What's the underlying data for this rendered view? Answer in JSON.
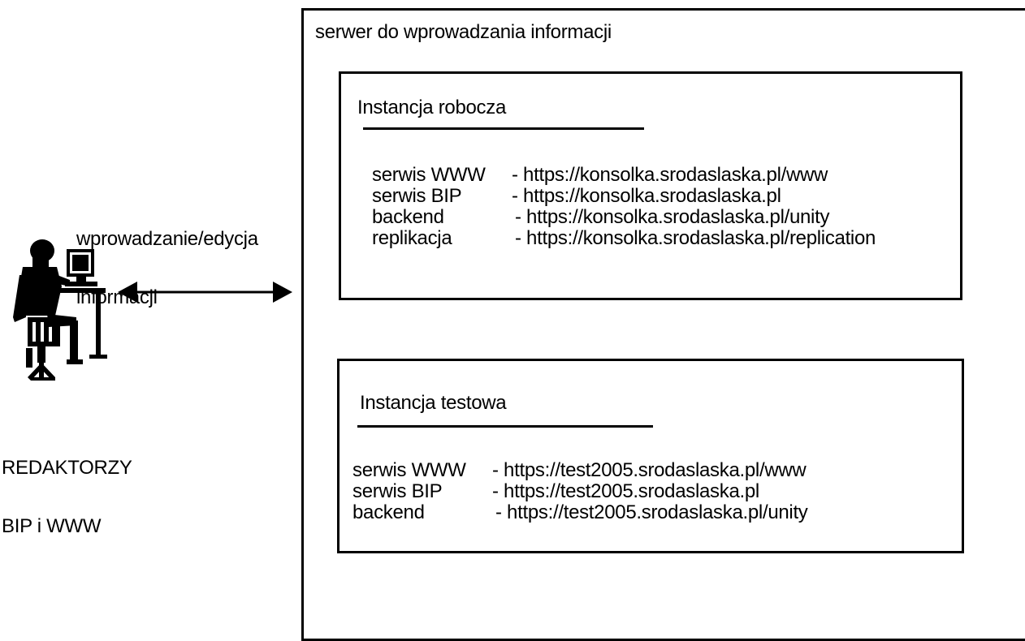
{
  "server": {
    "title": "serwer do wprowadzania informacji"
  },
  "editors": {
    "label_line1": "REDAKTORZY",
    "label_line2": "BIP i WWW",
    "icon": "person-at-computer-icon"
  },
  "connection": {
    "label_line1": "wprowadzanie/edycja",
    "label_line2": "informacji",
    "icon": "double-headed-arrow-icon"
  },
  "instances": {
    "working": {
      "title": "Instancja robocza",
      "rows": [
        {
          "label": "serwis WWW",
          "url": "- https://konsolka.srodaslaska.pl/www"
        },
        {
          "label": "serwis BIP",
          "url": "- https://konsolka.srodaslaska.pl"
        },
        {
          "label": "backend",
          "url": "- https://konsolka.srodaslaska.pl/unity"
        },
        {
          "label": "replikacja",
          "url": "- https://konsolka.srodaslaska.pl/replication"
        }
      ]
    },
    "test": {
      "title": "Instancja testowa",
      "rows": [
        {
          "label": "serwis WWW",
          "url": "- https://test2005.srodaslaska.pl/www"
        },
        {
          "label": "serwis BIP",
          "url": "- https://test2005.srodaslaska.pl"
        },
        {
          "label": "backend",
          "url": "- https://test2005.srodaslaska.pl/unity"
        }
      ]
    }
  }
}
